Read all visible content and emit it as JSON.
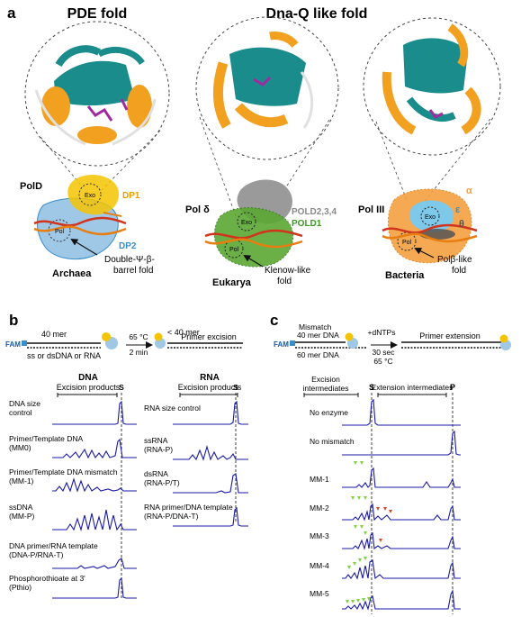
{
  "panel_a": {
    "letter": "a",
    "fold_left": "PDE fold",
    "fold_right": "Dna-Q like fold",
    "archaea": {
      "enzyme": "PolD",
      "exo": "Exo",
      "pol": "Pol",
      "dp1": "DP1",
      "dp2": "DP2",
      "fold_line1": "Double-Ψ-β-",
      "fold_line2": "barrel fold",
      "domain": "Archaea"
    },
    "eukarya": {
      "enzyme": "Pol δ",
      "exo": "Exo",
      "pol": "Pol",
      "subunits": "POLD2,3,4",
      "catalytic": "POLD1",
      "fold_line1": "Klenow-like",
      "fold_line2": "fold",
      "domain": "Eukarya"
    },
    "bacteria": {
      "enzyme": "Pol III",
      "exo": "Exo",
      "pol": "Pol",
      "alpha": "α",
      "epsilon": "ε",
      "theta": "θ",
      "fold_line1": "Polβ-like",
      "fold_line2": "fold",
      "domain": "Bacteria"
    }
  },
  "panel_b": {
    "letter": "b",
    "fam": "FAM",
    "substrate_len": "40 mer",
    "substrate_types": "ss or dsDNA or RNA",
    "temp": "65 °C",
    "time": "2 min",
    "product_len": "< 40 mer",
    "process": "Primer excision",
    "dna_header": "DNA",
    "rna_header": "RNA",
    "excision_products": "Excision products",
    "s_marker": "S",
    "dna_rows": [
      {
        "line1": "DNA size",
        "line2": "control"
      },
      {
        "line1": "Primer/Template DNA",
        "line2": "(MM0)"
      },
      {
        "line1": "Primer/Template DNA mismatch",
        "line2": "(MM-1)"
      },
      {
        "line1": "ssDNA",
        "line2": "(MM-P)"
      },
      {
        "line1": "DNA primer/RNA template",
        "line2": "(DNA-P/RNA-T)"
      },
      {
        "line1": "Phosphorothioate at 3'",
        "line2": "(Pthio)"
      }
    ],
    "rna_rows": [
      {
        "line1": "RNA size control",
        "line2": ""
      },
      {
        "line1": "ssRNA",
        "line2": "(RNA-P)"
      },
      {
        "line1": "dsRNA",
        "line2": "(RNA-P/T)"
      },
      {
        "line1": "RNA primer/DNA template",
        "line2": "(RNA-P/DNA-T)"
      }
    ]
  },
  "panel_c": {
    "letter": "c",
    "fam": "FAM",
    "mismatch": "Mismatch",
    "top_strand": "40 mer DNA",
    "bottom_strand": "60 mer DNA",
    "dntps": "+dNTPs",
    "time": "30 sec",
    "temp": "65 °C",
    "process": "Primer extension",
    "excision_line1": "Excision",
    "excision_line2": "intermediates",
    "extension": "Extension intermediates",
    "s_marker": "S",
    "p_marker": "P",
    "rows": [
      "No enzyme",
      "No mismatch",
      "MM-1",
      "MM-2",
      "MM-3",
      "MM-4",
      "MM-5"
    ]
  },
  "colors": {
    "trace": "#1a1aa8",
    "dp1_exo": "#f5c400",
    "dp2": "#9fc8e6",
    "pol_delta_grey": "#9a9a9a",
    "pold1": "#5aa832",
    "pol3_alpha": "#f5a040",
    "pol3_epsilon": "#7ec8ea",
    "dna_red": "#d0341c",
    "dna_orange": "#e87d10",
    "teal": "#1a8c8c",
    "helix_orange": "#f2a020",
    "ligand_magenta": "#a02aa0",
    "green_marker": "#7ed23a",
    "red_marker": "#d24a2a",
    "dp_label_blue": "#3a8ec8",
    "subunit_grey": "#8a8a8a",
    "pold1_green": "#3a9a22"
  }
}
